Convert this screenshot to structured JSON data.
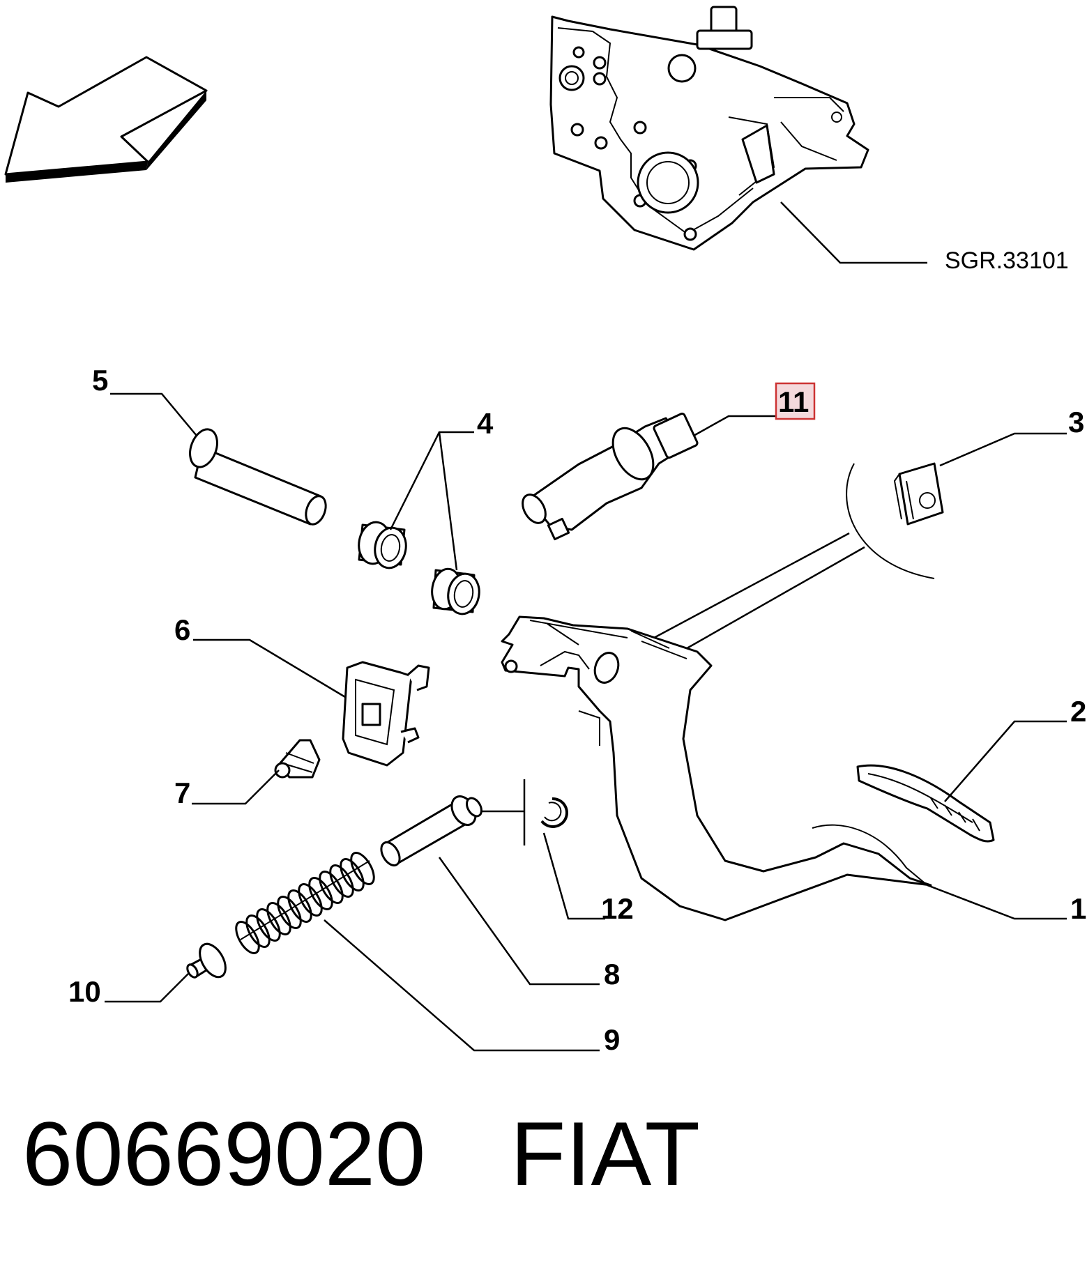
{
  "reference_assembly": "SGR.33101",
  "callouts": {
    "c1": "1",
    "c2": "2",
    "c3": "3",
    "c4": "4",
    "c5": "5",
    "c6": "6",
    "c7": "7",
    "c8": "8",
    "c9": "9",
    "c10": "10",
    "c11": "11",
    "c12": "12"
  },
  "highlighted_callout": "11",
  "highlight_color": "#cc3333",
  "highlight_fill": "#f4d9dc",
  "part_number": "60669020",
  "brand": "FIAT"
}
